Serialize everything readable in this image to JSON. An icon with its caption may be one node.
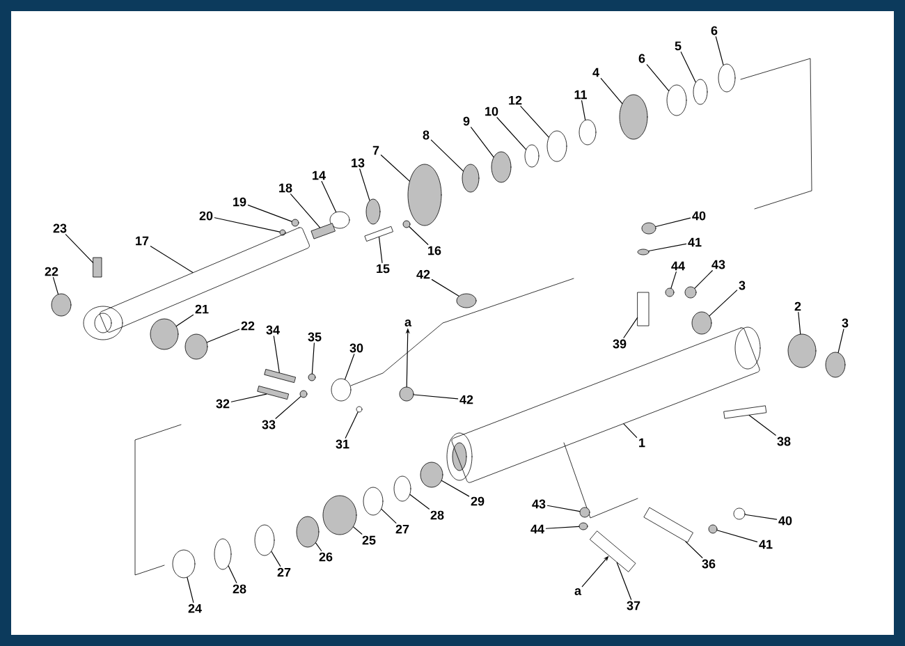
{
  "diagram": {
    "nodes": [
      {
        "text": [
          "6"
        ]
      },
      {
        "text": [
          "5"
        ]
      },
      {
        "text": [
          "6"
        ]
      },
      {
        "text": [
          "4"
        ]
      },
      {
        "text": [
          "11"
        ]
      },
      {
        "text": [
          "12"
        ]
      },
      {
        "text": [
          "10"
        ]
      },
      {
        "text": [
          "9"
        ]
      },
      {
        "text": [
          "8"
        ]
      },
      {
        "text": [
          "7"
        ]
      },
      {
        "text": [
          "13"
        ]
      },
      {
        "text": [
          "14"
        ]
      },
      {
        "text": [
          "18"
        ]
      },
      {
        "text": [
          "19"
        ]
      },
      {
        "text": [
          "20"
        ]
      },
      {
        "text": [
          "16"
        ]
      },
      {
        "text": [
          "15"
        ]
      },
      {
        "text": [
          "23"
        ]
      },
      {
        "text": [
          "17"
        ]
      },
      {
        "text": [
          "22"
        ]
      },
      {
        "text": [
          "21"
        ]
      },
      {
        "text": [
          "22"
        ]
      },
      {
        "text": [
          "34"
        ]
      },
      {
        "text": [
          "35"
        ]
      },
      {
        "text": [
          "30"
        ]
      },
      {
        "text": [
          "32"
        ]
      },
      {
        "text": [
          "33"
        ]
      },
      {
        "text": [
          "31"
        ]
      },
      {
        "text": [
          "a"
        ]
      },
      {
        "text": [
          "42"
        ]
      },
      {
        "text": [
          "42"
        ]
      },
      {
        "text": [
          "40"
        ]
      },
      {
        "text": [
          "41"
        ]
      },
      {
        "text": [
          "44"
        ]
      },
      {
        "text": [
          "43"
        ]
      },
      {
        "text": [
          "3"
        ]
      },
      {
        "text": [
          "39"
        ]
      },
      {
        "text": [
          "2"
        ]
      },
      {
        "text": [
          "3"
        ]
      },
      {
        "text": [
          "1"
        ]
      },
      {
        "text": [
          "38"
        ]
      },
      {
        "text": [
          "29"
        ]
      },
      {
        "text": [
          "28"
        ]
      },
      {
        "text": [
          "27"
        ]
      },
      {
        "text": [
          "25"
        ]
      },
      {
        "text": [
          "26"
        ]
      },
      {
        "text": [
          "27"
        ]
      },
      {
        "text": [
          "28"
        ]
      },
      {
        "text": [
          "24"
        ]
      },
      {
        "text": [
          "43"
        ]
      },
      {
        "text": [
          "44"
        ]
      },
      {
        "text": [
          "40"
        ]
      },
      {
        "text": [
          "41"
        ]
      },
      {
        "text": [
          "36"
        ]
      },
      {
        "text": [
          "37"
        ]
      },
      {
        "text": [
          "a"
        ]
      },
      {
        "text": [],
        "shape": "circle"
      },
      {
        "text": [],
        "shape": "circle"
      },
      {
        "text": [],
        "shape": "circle"
      },
      {
        "text": [],
        "shape": "circle"
      },
      {
        "text": [],
        "shape": "circle"
      },
      {
        "text": [],
        "shape": "circle"
      },
      {
        "text": [],
        "shape": "circle"
      },
      {
        "text": [],
        "shape": "circle"
      },
      {
        "text": [],
        "shape": "circle"
      },
      {
        "text": [],
        "shape": "circle"
      },
      {
        "text": [],
        "shape": "circle"
      },
      {
        "text": [],
        "shape": "circle"
      },
      {
        "text": [],
        "shape": "bar"
      },
      {
        "text": [],
        "shape": "circle"
      },
      {
        "text": [],
        "shape": "circle"
      },
      {
        "text": [],
        "shape": "circle"
      },
      {
        "text": [],
        "shape": "bar"
      },
      {
        "text": [],
        "shape": "bar"
      },
      {
        "text": [],
        "shape": "cylinder"
      },
      {
        "text": [],
        "shape": "circle"
      },
      {
        "text": [],
        "shape": "circle"
      },
      {
        "text": [],
        "shape": "circle"
      },
      {
        "text": [],
        "shape": "bar"
      },
      {
        "text": [],
        "shape": "circle"
      },
      {
        "text": [],
        "shape": "circle"
      },
      {
        "text": [],
        "shape": "bar"
      },
      {
        "text": [],
        "shape": "circle"
      },
      {
        "text": [],
        "shape": "circle"
      },
      {
        "text": [],
        "shape": "circle"
      },
      {
        "text": [],
        "shape": "circle"
      },
      {
        "text": [],
        "shape": "circle"
      },
      {
        "text": [],
        "shape": "circle"
      },
      {
        "text": [],
        "shape": "circle"
      },
      {
        "text": [],
        "shape": "circle"
      },
      {
        "text": [],
        "shape": "circle"
      },
      {
        "text": [],
        "shape": "box"
      },
      {
        "text": [],
        "shape": "circle"
      },
      {
        "text": [],
        "shape": "circle"
      },
      {
        "text": [],
        "shape": "cylinder"
      },
      {
        "text": [],
        "shape": "bar"
      },
      {
        "text": [],
        "shape": "circle"
      },
      {
        "text": [],
        "shape": "circle"
      },
      {
        "text": [],
        "shape": "circle"
      },
      {
        "text": [],
        "shape": "circle"
      },
      {
        "text": [],
        "shape": "circle"
      },
      {
        "text": [],
        "shape": "circle"
      },
      {
        "text": [],
        "shape": "circle"
      },
      {
        "text": [],
        "shape": "circle"
      },
      {
        "text": [],
        "shape": "circle"
      },
      {
        "text": [],
        "shape": "circle"
      },
      {
        "text": [],
        "shape": "circle"
      },
      {
        "text": [],
        "shape": "circle"
      },
      {
        "text": [],
        "shape": "box"
      },
      {
        "text": [],
        "shape": "box"
      }
    ],
    "edges": [
      {
        "from": 0,
        "to": 56,
        "arrow": "none"
      },
      {
        "from": 1,
        "to": 57,
        "arrow": "none"
      },
      {
        "from": 2,
        "to": 58,
        "arrow": "none"
      },
      {
        "from": 3,
        "to": 59,
        "arrow": "none"
      },
      {
        "from": 4,
        "to": 60,
        "arrow": "none"
      },
      {
        "from": 5,
        "to": 61,
        "arrow": "none"
      },
      {
        "from": 6,
        "to": 62,
        "arrow": "none"
      },
      {
        "from": 7,
        "to": 63,
        "arrow": "none"
      },
      {
        "from": 8,
        "to": 64,
        "arrow": "none"
      },
      {
        "from": 9,
        "to": 65,
        "arrow": "none"
      },
      {
        "from": 10,
        "to": 66,
        "arrow": "none"
      },
      {
        "from": 11,
        "to": 67,
        "arrow": "none"
      },
      {
        "from": 12,
        "to": 68,
        "arrow": "none"
      },
      {
        "from": 13,
        "to": 69,
        "arrow": "none"
      },
      {
        "from": 14,
        "to": 70,
        "arrow": "none"
      },
      {
        "from": 15,
        "to": 71,
        "arrow": "none"
      },
      {
        "from": 16,
        "to": 72,
        "arrow": "none"
      },
      {
        "from": 17,
        "to": 73,
        "arrow": "none"
      },
      {
        "from": 18,
        "to": 74,
        "arrow": "none"
      },
      {
        "from": 19,
        "to": 75,
        "arrow": "none"
      },
      {
        "from": 20,
        "to": 76,
        "arrow": "none"
      },
      {
        "from": 21,
        "to": 77,
        "arrow": "none"
      },
      {
        "from": 22,
        "to": 78,
        "arrow": "none"
      },
      {
        "from": 23,
        "to": 79,
        "arrow": "none"
      },
      {
        "from": 24,
        "to": 80,
        "arrow": "none"
      },
      {
        "from": 25,
        "to": 81,
        "arrow": "none"
      },
      {
        "from": 26,
        "to": 82,
        "arrow": "none"
      },
      {
        "from": 27,
        "to": 83,
        "arrow": "none"
      },
      {
        "from": 84,
        "to": 28,
        "arrow": "to"
      },
      {
        "from": 29,
        "to": 84,
        "arrow": "none"
      },
      {
        "from": 30,
        "to": 85,
        "arrow": "none"
      },
      {
        "from": 31,
        "to": 86,
        "arrow": "none"
      },
      {
        "from": 32,
        "to": 87,
        "arrow": "none"
      },
      {
        "from": 33,
        "to": 88,
        "arrow": "none"
      },
      {
        "from": 34,
        "to": 89,
        "arrow": "none"
      },
      {
        "from": 35,
        "to": 90,
        "arrow": "none"
      },
      {
        "from": 36,
        "to": 91,
        "arrow": "none"
      },
      {
        "from": 37,
        "to": 92,
        "arrow": "none"
      },
      {
        "from": 38,
        "to": 93,
        "arrow": "none"
      },
      {
        "from": 39,
        "to": 94,
        "arrow": "none"
      },
      {
        "from": 40,
        "to": 95,
        "arrow": "none"
      },
      {
        "from": 41,
        "to": 96,
        "arrow": "none"
      },
      {
        "from": 42,
        "to": 97,
        "arrow": "none"
      },
      {
        "from": 43,
        "to": 98,
        "arrow": "none"
      },
      {
        "from": 44,
        "to": 99,
        "arrow": "none"
      },
      {
        "from": 45,
        "to": 100,
        "arrow": "none"
      },
      {
        "from": 46,
        "to": 101,
        "arrow": "none"
      },
      {
        "from": 47,
        "to": 102,
        "arrow": "none"
      },
      {
        "from": 48,
        "to": 103,
        "arrow": "none"
      },
      {
        "from": 49,
        "to": 104,
        "arrow": "none"
      },
      {
        "from": 50,
        "to": 105,
        "arrow": "none"
      },
      {
        "from": 51,
        "to": 106,
        "arrow": "none"
      },
      {
        "from": 52,
        "to": 107,
        "arrow": "none"
      },
      {
        "from": 53,
        "to": 108,
        "arrow": "none"
      },
      {
        "from": 54,
        "to": 109,
        "arrow": "none"
      },
      {
        "from": 55,
        "to": 109,
        "arrow": "to"
      }
    ]
  }
}
